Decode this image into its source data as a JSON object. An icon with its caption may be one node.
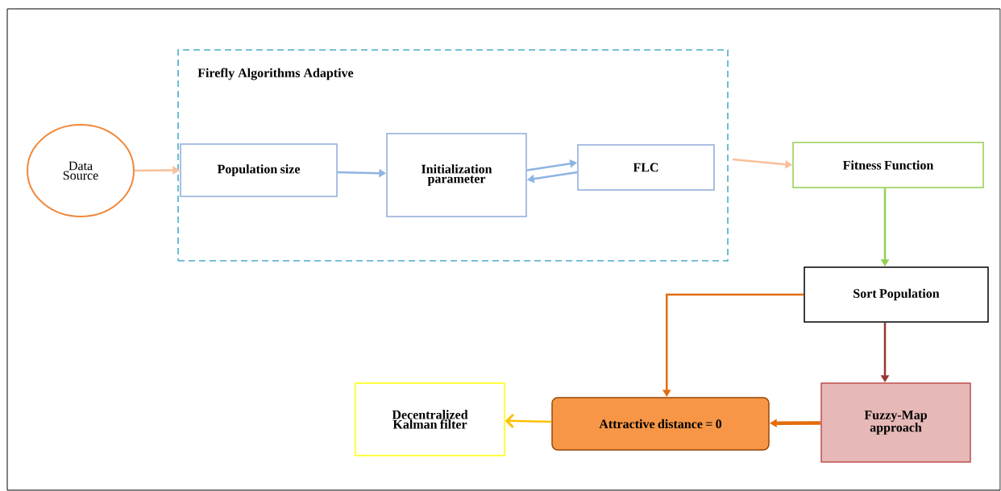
{
  "diagram": {
    "nodes": [
      {
        "text": [
          "Data Source"
        ]
      },
      {
        "text": [
          "Firefly Algorithms Adaptive"
        ]
      },
      {
        "text": [
          "Population size"
        ],
        "in": 1
      },
      {
        "text": [
          "Initialization parameter"
        ],
        "in": 1
      },
      {
        "text": [
          "FLC"
        ],
        "in": 1
      },
      {
        "text": [
          "Fitness Function"
        ]
      },
      {
        "text": [
          "Sort Population"
        ]
      },
      {
        "text": [
          "Fuzzy-Map approach"
        ]
      },
      {
        "text": [
          "Attractive distance = 0"
        ]
      },
      {
        "text": [
          "Decentralized Kalman filter"
        ]
      }
    ],
    "edges": [
      {
        "from": 0,
        "to": 2,
        "arrow": "to",
        "color": "#f8c09a"
      },
      {
        "from": 2,
        "to": 3,
        "arrow": "to",
        "color": "#8eb4e3"
      },
      {
        "from": 3,
        "to": 4,
        "arrow": "to",
        "color": "#8eb4e3"
      },
      {
        "from": 4,
        "to": 3,
        "arrow": "to",
        "color": "#8eb4e3"
      },
      {
        "from": 1,
        "to": 5,
        "arrow": "to",
        "color": "#f8c09a"
      },
      {
        "from": 5,
        "to": 6,
        "arrow": "to",
        "color": "#92d050"
      },
      {
        "from": 6,
        "to": 8,
        "arrow": "to",
        "color": "#e46c0a"
      },
      {
        "from": 6,
        "to": 7,
        "arrow": "to",
        "color": "#953735"
      },
      {
        "from": 7,
        "to": 8,
        "arrow": "to",
        "style": "thick",
        "color": "#e46c0a"
      },
      {
        "from": 8,
        "to": 9,
        "arrow": "to",
        "color": "#ffc000"
      }
    ]
  }
}
